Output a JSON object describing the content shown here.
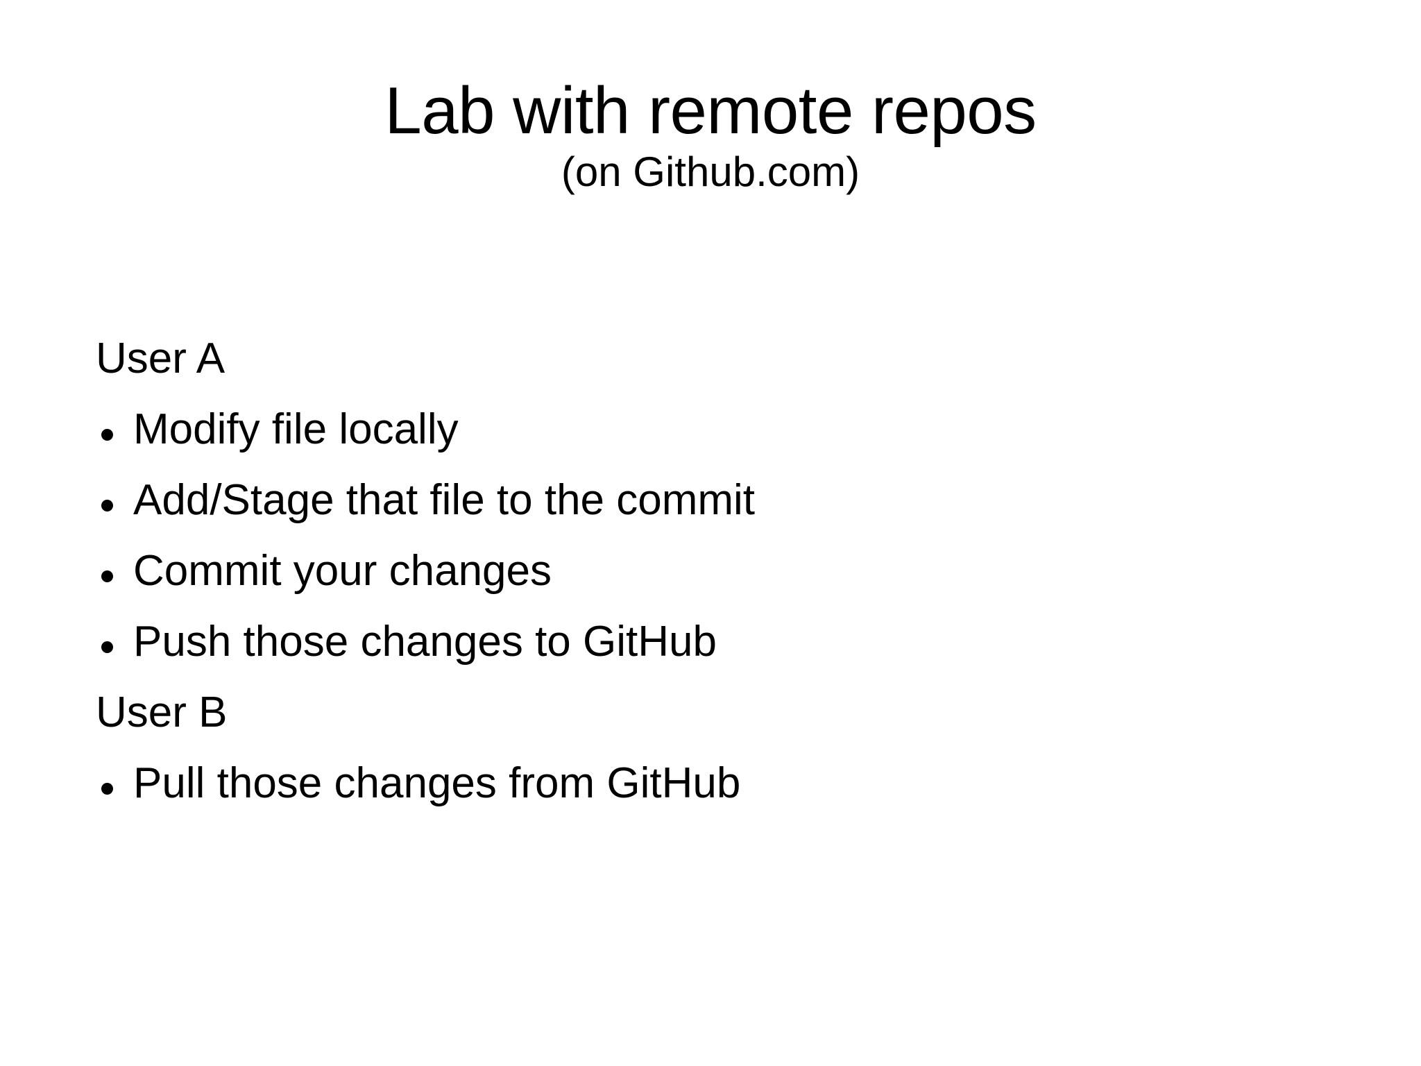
{
  "slide": {
    "background_color": "#FFFFFF",
    "text_color": "#000000",
    "title": "Lab with remote repos",
    "subtitle": "(on Github.com)",
    "body": [
      {
        "kind": "heading",
        "text": "User A"
      },
      {
        "kind": "bullet",
        "text": "Modify file locally",
        "marker": "bullet-dot-icon"
      },
      {
        "kind": "bullet",
        "text": "Add/Stage that file to the commit",
        "marker": "bullet-dot-icon"
      },
      {
        "kind": "bullet",
        "text": "Commit your changes",
        "marker": "bullet-dot-icon"
      },
      {
        "kind": "bullet",
        "text": "Push those changes to GitHub",
        "marker": "bullet-dot-icon"
      },
      {
        "kind": "heading",
        "text": "User B"
      },
      {
        "kind": "bullet",
        "text": "Pull those changes from GitHub",
        "marker": "bullet-dot-icon"
      }
    ]
  }
}
